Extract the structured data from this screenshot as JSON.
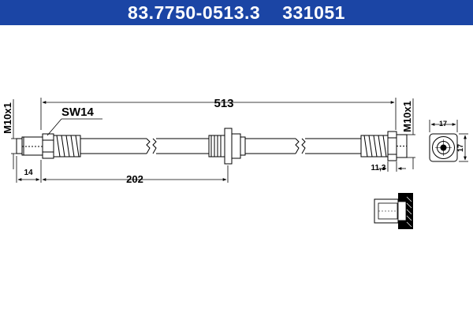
{
  "header": {
    "part_number": "83.7750-0513.3",
    "article_number": "331051",
    "background": "#1b45a5"
  },
  "dimensions": {
    "overall_length": "513",
    "left_thread": "M10x1",
    "right_thread": "M10x1",
    "wrench_size": "SW14",
    "left_thread_length": "14",
    "bracket_distance": "202",
    "right_fitting_width": "11,3",
    "end_view_width": "17",
    "end_view_height": "17"
  }
}
